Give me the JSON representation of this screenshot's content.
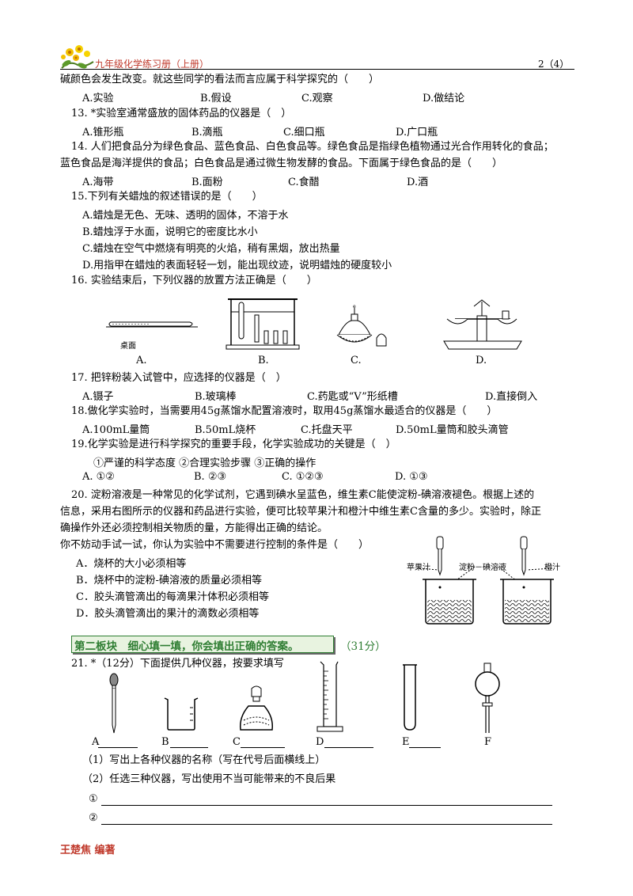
{
  "header": {
    "title": "九年级化学练习册（上册）",
    "page": "2（4）"
  },
  "continuation": {
    "text": "碱颜色会发生改变。就这些同学的看法而言应属于科学探究的（　　）",
    "options": [
      "A.实验",
      "B.假设",
      "C.观察",
      "D.做结论"
    ]
  },
  "q13": {
    "stem": "13. *实验室通常盛放的固体药品的仪器是（　）",
    "options": [
      "A.锥形瓶",
      "B.滴瓶",
      "C.细口瓶",
      "D.广口瓶"
    ]
  },
  "q14": {
    "line1": "14. 人们把食品分为绿色食品、蓝色食品、白色食品等。绿色食品是指绿色植物通过光合作用转化的食品；",
    "line2": "蓝色食品是海洋提供的食品；白色食品是通过微生物发酵的食品。下面属于绿色食品的是（　　）",
    "options": [
      "A.海带",
      "B.面粉",
      "C.食醋",
      "D.酒"
    ]
  },
  "q15": {
    "stem": "15.下列有关蜡烛的叙述错误的是（　　）",
    "options": [
      "A.蜡烛是无色、无味、透明的固体，不溶于水",
      "B.蜡烛浮于水面，说明它的密度比水小",
      "C.蜡烛在空气中燃烧有明亮的火焰，稍有黑烟，放出热量",
      "D.用指甲在蜡烛的表面轻轻一划，能出现纹迹，说明蜡烛的硬度较小"
    ]
  },
  "q16": {
    "stem": "16. 实验结束后，下列仪器的放置方法正确是（　　）",
    "desk_label": "桌面",
    "labels": [
      "A.",
      "B.",
      "C.",
      "D."
    ]
  },
  "q17": {
    "stem": "17. 把锌粉装入试管中，应选择的仪器是（　）",
    "options": [
      "A.镊子",
      "B.玻璃棒",
      "C.药匙或“V”形纸槽",
      "D.直接倒入"
    ]
  },
  "q18": {
    "stem": "18.做化学实验时，当需要用45g蒸馏水配置溶液时，取用45g蒸馏水最适合的仪器是（　　）",
    "options": [
      "A.100mL量筒",
      "B.50mL烧杯",
      "C.托盘天平",
      "D.50mL量筒和胶头滴管"
    ]
  },
  "q19": {
    "stem": "19.化学实验是进行科学探究的重要手段，化学实验成功的关键是（　）",
    "items": "①严谨的科学态度  ②合理实验步骤  ③正确的操作",
    "options": [
      "A. ①②",
      "B. ②③",
      "C. ①②③",
      "D. ①③"
    ]
  },
  "q20": {
    "line1": "20. 淀粉溶液是一种常见的化学试剂，它遇到碘水呈蓝色，维生素C能使淀粉-碘溶液褪色。根据上述的",
    "line2": "信息，采用右图所示的仪器和药品进行实验，便可比较苹果汁和橙汁中维生素C含量的多少。实验时，除正",
    "line3": "确操作外还必须控制相关物质的量，方能得出正确的结论。",
    "line4": "你不妨动手试一试，你认为实验中不需要进行控制的条件是（　　）",
    "options": [
      "A．烧杯的大小必须相等",
      "B．烧杯中的淀粉-碘溶液的质量必须相等",
      "C．胶头滴管滴出的每滴果汁体积必须相等",
      "D．胶头滴管滴出的果汁的滴数必须相等"
    ],
    "figure_labels": {
      "apple": "苹果汁",
      "starch": "淀粉－碘溶液",
      "orange": "橙汁"
    }
  },
  "section2": {
    "title": "第二板块　细心填一填，你会填出正确的答案。",
    "score": "（31分）"
  },
  "q21": {
    "stem": "21. *（12分）下面提供几种仪器，按要求填写",
    "labels": [
      "A",
      "B",
      "C",
      "D",
      "E",
      "F"
    ],
    "sub1": "（1）写出上各种仪器的名称（写在代号后面横线上）",
    "sub2": "（2）任选三种仪器，写出使用不当可能带来的不良后果",
    "blank1": "①",
    "blank2": "②"
  },
  "author": "王楚焦  编著",
  "colors": {
    "header_red": "#c0392b",
    "section_green": "#2e7d32"
  }
}
